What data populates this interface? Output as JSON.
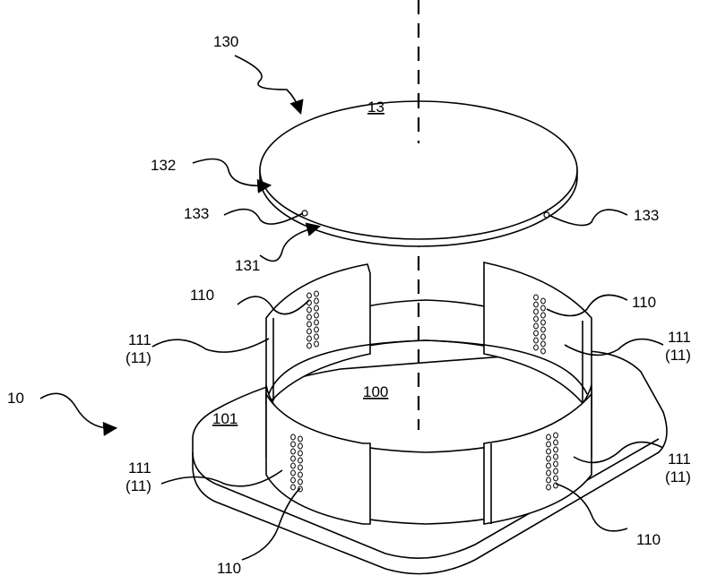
{
  "figure": {
    "labels": {
      "cover_ref": "130",
      "cover_part": "13",
      "cover_edge_ref": "132",
      "notch_left": "133",
      "notch_right": "133",
      "cover_bottom_ref": "131",
      "assembly_ref": "10",
      "chamber": "100",
      "base": "101",
      "electrode_tl": "110",
      "electrode_tr": "110",
      "electrode_bl": "110",
      "electrode_br": "110",
      "plate_tl": "111",
      "plate_tl_sub": "(11)",
      "plate_tr": "111",
      "plate_tr_sub": "(11)",
      "plate_bl": "111",
      "plate_bl_sub": "(11)",
      "plate_br": "111",
      "plate_br_sub": "(11)"
    }
  }
}
